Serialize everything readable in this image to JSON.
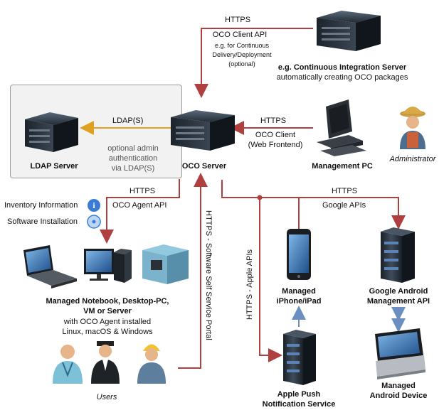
{
  "colors": {
    "connector": "#b04040",
    "ldap_connector": "#e0a020",
    "push_connector": "#6a8fc0",
    "server_body": "#2a3340",
    "accent_blue": "#3a7bd5"
  },
  "top": {
    "https": "HTTPS",
    "client_api": "OCO Client API",
    "note1": "e.g. for Continuous",
    "note2": "Delivery/Deployment",
    "note3": "(optional)",
    "ci_title": "e.g. Continuous Integration Server",
    "ci_sub": "automatically creating OCO packages"
  },
  "ldap": {
    "title": "LDAP Server",
    "protocol": "LDAP(S)",
    "opt1": "optional admin",
    "opt2": "authentication",
    "opt3": "via LDAP(S)"
  },
  "oco_server": {
    "title": "OCO Server"
  },
  "management": {
    "https": "HTTPS",
    "client1": "OCO Client",
    "client2": "(Web Frontend)",
    "title": "Management PC",
    "admin": "Administrator"
  },
  "agent": {
    "https": "HTTPS",
    "api": "OCO Agent API",
    "inventory": "Inventory Information",
    "software": "Software Installation"
  },
  "self_service": {
    "label": "HTTPS - Software Self Service Portal"
  },
  "apple_link": {
    "label": "HTTPS - Apple APIs"
  },
  "google_link": {
    "https": "HTTPS",
    "apis": "Google APIs"
  },
  "managed": {
    "title1": "Managed Notebook, Desktop-PC,",
    "title2": "VM or Server",
    "sub1": "with OCO Agent installed",
    "sub2": "Linux, macOS & Windows",
    "users": "Users"
  },
  "iphone": {
    "line1": "Managed",
    "line2": "iPhone/iPad"
  },
  "google_api": {
    "line1": "Google Android",
    "line2": "Management API"
  },
  "apple_push": {
    "line1": "Apple Push",
    "line2": "Notification Service"
  },
  "android": {
    "line1": "Managed",
    "line2": "Android Device"
  }
}
